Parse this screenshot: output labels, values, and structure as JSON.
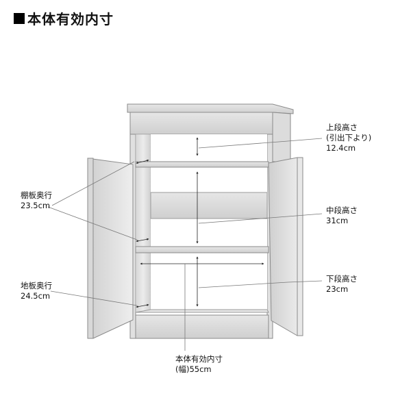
{
  "title": "本体有効内寸",
  "labels": {
    "upper": {
      "name": "上段高さ",
      "note": "(引出下より)",
      "value": "12.4cm"
    },
    "middle": {
      "name": "中段高さ",
      "value": "31cm"
    },
    "lower": {
      "name": "下段高さ",
      "value": "23cm"
    },
    "shelf_depth": {
      "name": "棚板奥行",
      "value": "23.5cm"
    },
    "floor_depth": {
      "name": "地板奥行",
      "value": "24.5cm"
    },
    "width": {
      "name": "本体有効内寸",
      "value": "(幅)55cm"
    }
  },
  "colors": {
    "panel_light": "#e8e8e8",
    "panel_mid": "#d4d4d4",
    "edge": "#8a8a8a",
    "leader": "#777777"
  }
}
